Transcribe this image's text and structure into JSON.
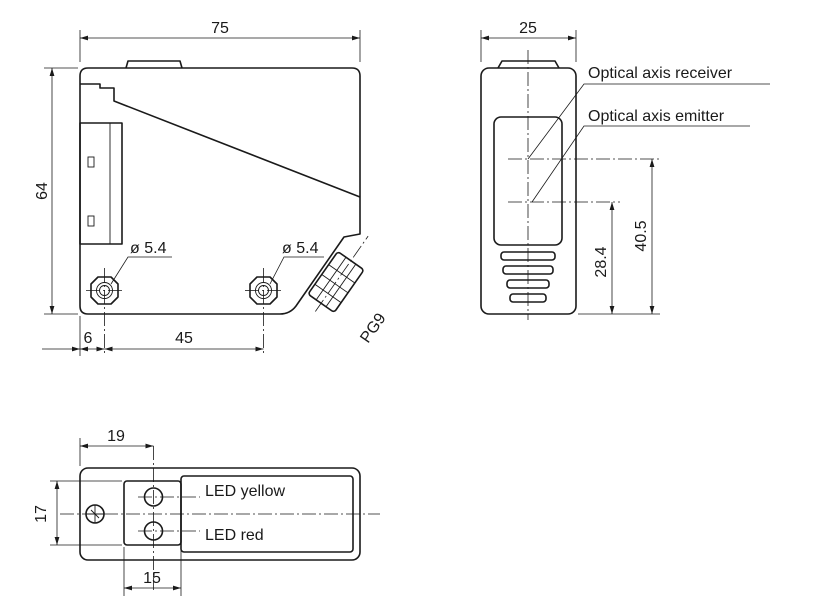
{
  "front_view": {
    "dim_width": "75",
    "dim_height": "64",
    "dim_offset": "6",
    "dim_hole_spacing": "45",
    "hole_left_label": "ø 5.4",
    "hole_right_label": "ø 5.4",
    "connector_label": "PG9"
  },
  "side_view": {
    "dim_width": "25",
    "dim_emitter_height": "28.4",
    "dim_receiver_height": "40.5",
    "receiver_label": "Optical axis receiver",
    "emitter_label": "Optical axis emitter"
  },
  "top_view": {
    "dim_19": "19",
    "dim_17": "17",
    "dim_15": "15",
    "led_yellow_label": "LED yellow",
    "led_red_label": "LED red"
  }
}
